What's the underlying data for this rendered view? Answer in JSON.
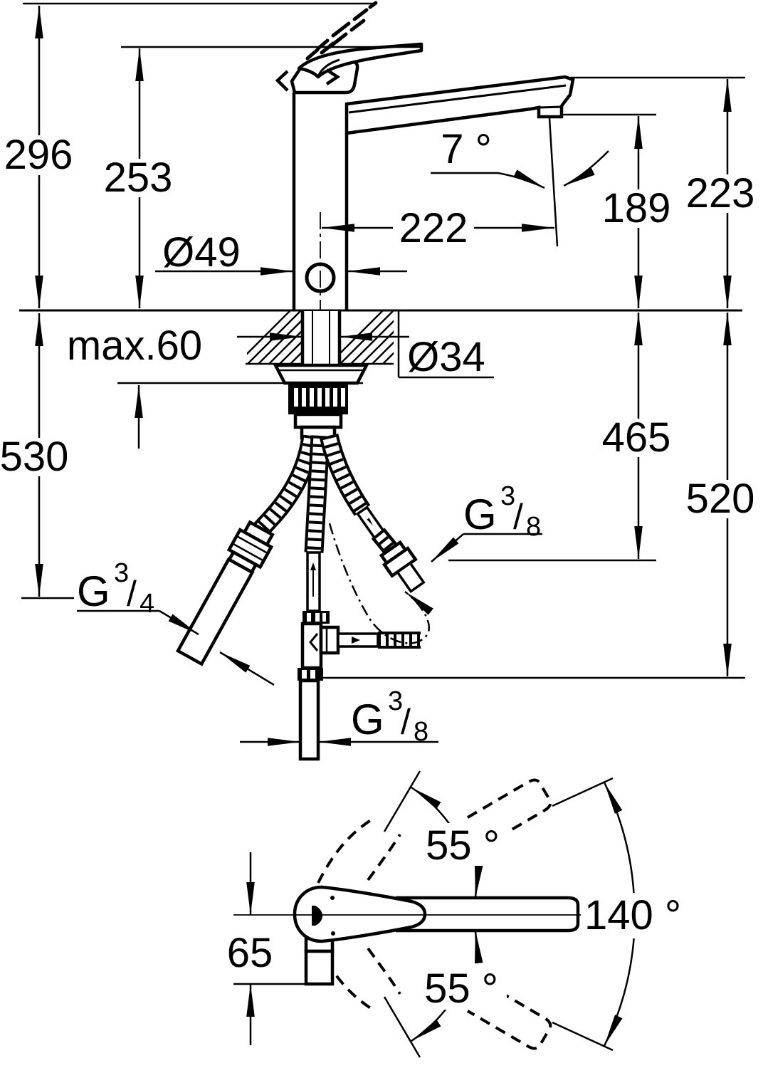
{
  "colors": {
    "line": "#000000",
    "background": "#ffffff"
  },
  "diagram": {
    "side_view": {
      "height_overall": "296",
      "height_to_handle": "253",
      "base_diameter": "Ø49",
      "spout_reach": "222",
      "spout_angle": "7 °",
      "outlet_height": "189",
      "spout_height": "223",
      "counter_thickness": "max.60",
      "hole_diameter": "Ø34",
      "hose_drop_connect": "465",
      "hose_drop_left": "530",
      "hose_drop_tee": "520",
      "thread_left": {
        "base": "G",
        "sup": "3",
        "slash": "/",
        "den": "4"
      },
      "thread_right": {
        "base": "G",
        "sup": "3",
        "slash": "/",
        "den": "8"
      },
      "thread_bottom": {
        "base": "G",
        "sup": "3",
        "slash": "/",
        "den": "8"
      }
    },
    "top_view": {
      "swivel_upper": "55 °",
      "swivel_total": "140 °",
      "swivel_lower": "55 °",
      "handle_offset": "65"
    }
  }
}
